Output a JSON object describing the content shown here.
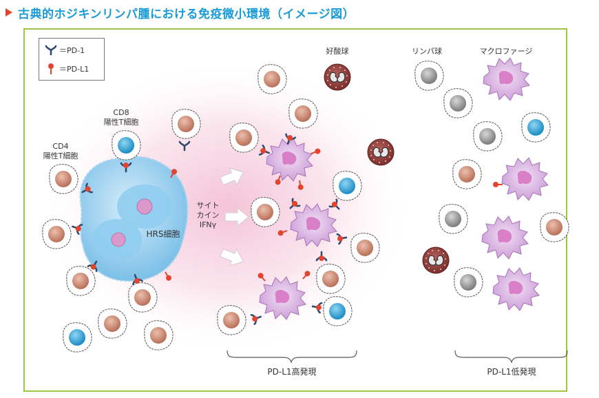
{
  "title": "古典的ホジキンリンパ腫における免疫微小環境（イメージ図）",
  "legend": {
    "pd1_label": "＝PD-1",
    "pdl1_label": "＝PD-L1"
  },
  "labels": {
    "cd4": "CD4\n陽性T細胞",
    "cd8": "CD8\n陽性T細胞",
    "hrs": "HRS細胞",
    "cytokine": "サイト\nカイン\nIFNγ",
    "eosinophil": "好酸球",
    "lymphocyte": "リンパ球",
    "macrophage": "マクロファージ",
    "pdl1_high": "PD-L1高発現",
    "pdl1_low": "PD-L1低発現"
  },
  "colors": {
    "accent_title": "#1a9bd7",
    "marker": "#e2452f",
    "frame": "#9cc54a",
    "pd1": "#2f4a6e",
    "pdl1": "#e2452f",
    "tcell": "#c98a72",
    "cd8": "#2aa0d6",
    "macrophage": "#cd9fd6",
    "lymph_gray": "#9a9a9a",
    "eosinophil": "#8c3b38"
  }
}
